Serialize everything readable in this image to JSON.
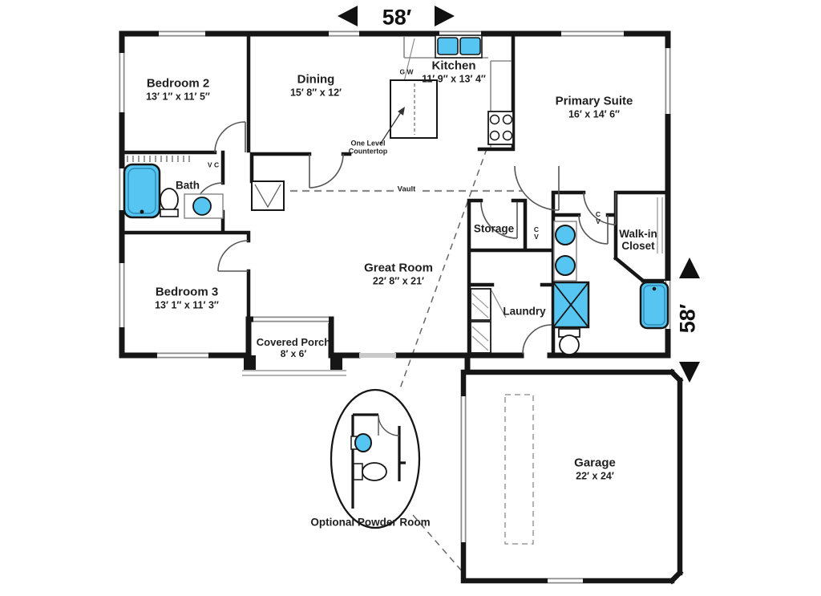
{
  "floor_plan": {
    "width_dimension": "58′",
    "height_dimension": "58′",
    "rooms": [
      {
        "name": "Bedroom 2",
        "size": "13′ 1″ x 11′ 5″"
      },
      {
        "name": "Dining",
        "size": "15′ 8″ x 12′"
      },
      {
        "name": "Kitchen",
        "size": "11′ 9″ x 13′ 4″"
      },
      {
        "name": "Primary Suite",
        "size": "16′ x 14′ 6″"
      },
      {
        "name": "Bath",
        "size": ""
      },
      {
        "name": "Bedroom 3",
        "size": "13′ 1″ x 11′ 3″"
      },
      {
        "name": "Great Room",
        "size": "22′ 8″ x 21′"
      },
      {
        "name": "Storage",
        "size": ""
      },
      {
        "name": "Walk-in Closet",
        "size": ""
      },
      {
        "name": "Laundry",
        "size": ""
      },
      {
        "name": "Covered Porch",
        "size": "8′ x 6′"
      },
      {
        "name": "Garage",
        "size": "22′ x 24′"
      }
    ],
    "annotations": {
      "vault": "Vault",
      "countertop_line1": "One Level",
      "countertop_line2": "Countertop",
      "powder_room": "Optional Powder Room",
      "marker_bath": "V C",
      "marker_storage_c": "C",
      "marker_storage_v": "V",
      "marker_closet_c": "C",
      "marker_closet_v": "V",
      "marker_kitchen": "G W"
    },
    "colors": {
      "walls": "#161616",
      "fixtures": "#56c5f1",
      "accent_gray": "#8a8a8a"
    }
  }
}
